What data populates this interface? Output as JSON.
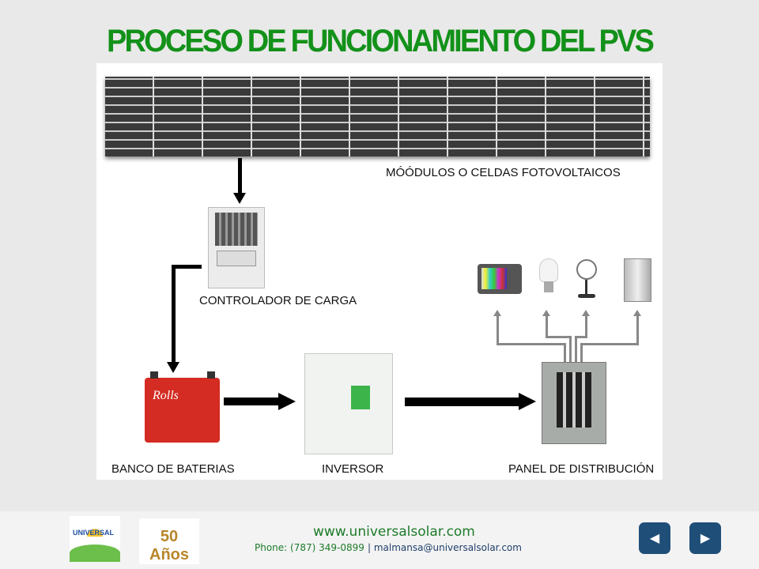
{
  "title": "PROCESO DE FUNCIONAMIENTO DEL PVS",
  "labels": {
    "modules": "MÓÓDULOS O CELDAS FOTOVOLTAICOS",
    "controller": "CONTROLADOR DE CARGA",
    "battery": "BANCO DE BATERIAS",
    "inverter": "INVERSOR",
    "panel": "PANEL DE DISTRIBUCIÓN"
  },
  "battery_brand": "Rolls",
  "footer": {
    "logo1": "UNIVERSAL",
    "logo2": "50 Años",
    "website": "www.universalsolar.com",
    "phone": "Phone: (787) 349-0899",
    "email": "| malmansa@universalsolar.com"
  },
  "nav": {
    "prev": "◀",
    "next": "▶"
  }
}
